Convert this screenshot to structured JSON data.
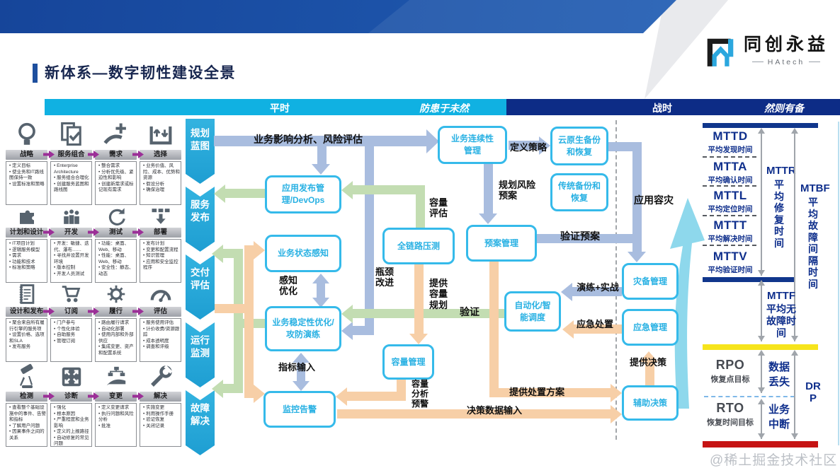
{
  "logo": {
    "name": "同创永益",
    "sub": "HAtech"
  },
  "title": "新体系—数字韧性建设全景",
  "watermark": "@稀土掘金技术社区",
  "header": {
    "calm": "平时",
    "prevent": "防患于未然",
    "war": "战时",
    "ready": "然则有备"
  },
  "phases": [
    "规划蓝图",
    "服务发布",
    "交付评估",
    "运行监测",
    "故障解决"
  ],
  "process_rows": [
    {
      "steps": [
        {
          "label": "战略",
          "icon": "lightbulb-icon",
          "items": [
            "定义目标",
            "使业务和IT路线图保持一致",
            "设置标准和策略"
          ]
        },
        {
          "label": "服务组合",
          "icon": "document-check-icon",
          "items": [
            "Enterprise Architecture",
            "服务组合合理化",
            "创建服务蓝图和路线图"
          ]
        },
        {
          "label": "需求",
          "icon": "hand-plus-icon",
          "items": [
            "整合需求",
            "分析优先级、紧迫性和影响",
            "创建新需求或标记现有需求"
          ]
        },
        {
          "label": "选择",
          "icon": "box-arrows-icon",
          "items": [
            "业务价值、风险、成本、优势和资源",
            "假设分析",
            "确保治理"
          ]
        }
      ]
    },
    {
      "steps": [
        {
          "label": "计划和设计",
          "icon": "puzzle-icon",
          "items": [
            "IT项目计划",
            "逻辑服务模型",
            "需求",
            "功能和技术",
            "标准和策略"
          ]
        },
        {
          "label": "开发",
          "icon": "team-icon",
          "items": [
            "开发：敏捷、迭代、瀑布……",
            "寻找并设置开发环境",
            "版本控制",
            "开发人员测试"
          ]
        },
        {
          "label": "测试",
          "icon": "refresh-cycle-icon",
          "items": [
            "功能：桌面、Web、移动",
            "性能：桌面、Web、移动",
            "安全性：静态、动态"
          ]
        },
        {
          "label": "部署",
          "icon": "deploy-folders-icon",
          "items": [
            "发布计划",
            "变更和配置流程",
            "知识管理",
            "应用和安全监控程序"
          ]
        }
      ]
    },
    {
      "steps": [
        {
          "label": "设计和发布",
          "icon": "notebook-icon",
          "items": [
            "聚合来自所有履行引擎的服务项",
            "设置价格、选项和SLA",
            "发布服务"
          ]
        },
        {
          "label": "订阅",
          "icon": "cart-icon",
          "items": [
            "门户参与",
            "个性化体验",
            "自助服务",
            "管理订阅"
          ]
        },
        {
          "label": "履行",
          "icon": "gear-cycle-icon",
          "items": [
            "路由履行请求",
            "自动化部署",
            "使用内部和外部供应",
            "集成变更、资产和配置系统"
          ]
        },
        {
          "label": "评估",
          "icon": "gauge-icon",
          "items": [
            "服务使用评估",
            "计价收费/资源跟踪",
            "成本透明度",
            "调查和评级"
          ]
        }
      ]
    },
    {
      "steps": [
        {
          "label": "检测",
          "icon": "telescope-icon",
          "items": [
            "查看整个基础设施中的事件、告警和指标",
            "了解用户问题",
            "因果事件之间的关系"
          ]
        },
        {
          "label": "诊断",
          "icon": "converge-arrows-icon",
          "items": [
            "强化",
            "根本原因",
            "严重程度和业务影响",
            "定义的上报路径",
            "自动修复的常见问题"
          ]
        },
        {
          "label": "变更",
          "icon": "hand-hierarchy-icon",
          "items": [
            "定义变更请求",
            "执行问题和风险分析",
            "批准"
          ]
        },
        {
          "label": "解决",
          "icon": "wrench-icon",
          "items": [
            "实施变更",
            "利用操作手册",
            "验证恢复",
            "关闭记录"
          ]
        }
      ]
    }
  ],
  "flow": {
    "boxes": {
      "bcm": "业务连续性管理",
      "cloud_backup": "云原生备份和恢复",
      "trad_backup": "传统备份和恢复",
      "devops": "应用发布管理/DevOps",
      "status": "业务状态感知",
      "stress": "全链路压测",
      "plan": "预案管理",
      "auto": "自动化/智能调度",
      "stability": "业务稳定性优化/攻防演练",
      "capacity": "容量管理",
      "monitor": "监控告警",
      "dr": "灾备管理",
      "emergency": "应急管理",
      "decision": "辅助决策"
    },
    "labels": {
      "impact": "业务影响分析、风险评估",
      "define_strategy": "定义策略",
      "plan_risk": "规划风险预案",
      "app_dr": "应用容灾",
      "capacity_eval": "容量评估",
      "verify_plan": "验证预案",
      "perception": "感知优化",
      "bottleneck": "瓶颈改进",
      "provide_capacity": "提供容量规划",
      "verify": "验证",
      "drill": "演练+实战",
      "emergency_handle": "应急处置",
      "metric_input": "指标输入",
      "capacity_warning": "容量分析预警",
      "provide_decision": "提供决策",
      "provide_solution": "提供处置方案",
      "decision_data": "决策数据输入"
    }
  },
  "metrics": {
    "items": [
      {
        "code": "MTTD",
        "name": "平均发现时间"
      },
      {
        "code": "MTTA",
        "name": "平均确认时间"
      },
      {
        "code": "MTTL",
        "name": "平均定位时间"
      },
      {
        "code": "MTTT",
        "name": "平均解决时间"
      },
      {
        "code": "MTTV",
        "name": "平均验证时间"
      }
    ],
    "mttr": {
      "code": "MTTR",
      "name": "平均修复时间"
    },
    "mtbf": {
      "code": "MTBF",
      "name": "平均故障间隔时间"
    },
    "mttf": {
      "code": "MTTF",
      "name": "平均无故障时间"
    },
    "rpo": {
      "code": "RPO",
      "name": "恢复点目标",
      "effect": "数据丢失"
    },
    "rto": {
      "code": "RTO",
      "name": "恢复时间目标",
      "effect": "业务中断"
    },
    "drp": "DRP"
  },
  "colors": {
    "banner": "#1d55ab",
    "band_cyan": "#10b1e2",
    "band_navy": "#0d2c86",
    "phase": "#27a7d8",
    "box_border": "#35baea",
    "box_text": "#29b1e3",
    "arrow_blue": "#a9bddf",
    "arrow_green": "#c3ddb2",
    "arrow_orange": "#f7cfa7",
    "step_arrow": "#9b2f97",
    "metric_navy": "#0f2f8c",
    "yellow_bar": "#f6e41c",
    "red_bar": "#c61414"
  }
}
